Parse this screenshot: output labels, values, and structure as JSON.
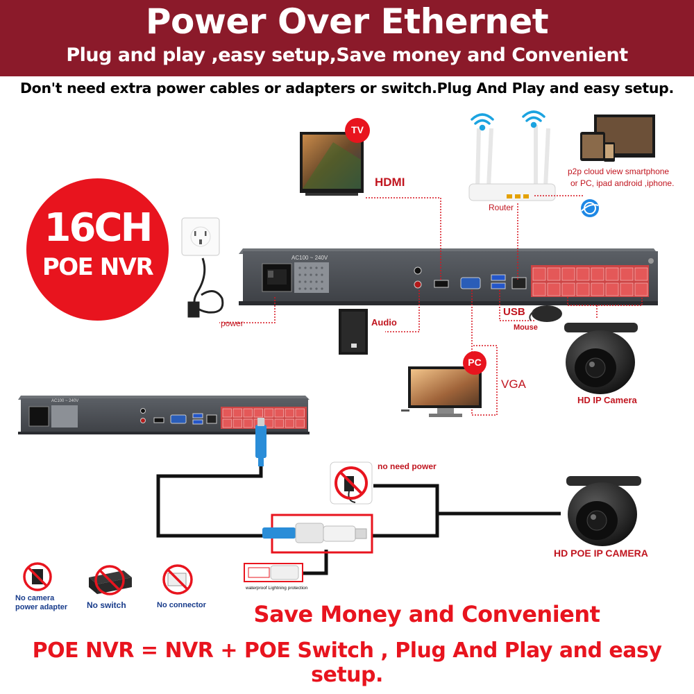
{
  "header": {
    "title": "Power Over Ethernet",
    "subtitle": "Plug and play ,easy setup,Save money and Convenient",
    "tagline": "Don't need extra power cables or adapters or switch.Plug And Play and easy setup."
  },
  "badge": {
    "line1": "16CH",
    "line2": "POE NVR"
  },
  "nvr_top": {
    "power_rating": "AC100 ~ 240V"
  },
  "nvr_bottom": {
    "power_rating": "AC100 ~ 240V"
  },
  "labels": {
    "tv_badge": "TV",
    "hdmi": "HDMI",
    "router": "Router",
    "p2p_line1": "p2p cloud  view smartphone",
    "p2p_line2": "or PC, ipad android ,iphone.",
    "power": "power",
    "audio": "Audio",
    "usb": "USB",
    "mouse": "Mouse",
    "hd_ip_camera": "HD IP Camera",
    "pc_badge": "PC",
    "vga": "VGA",
    "no_need_power": "no need power",
    "hd_poe_ip_camera": "HD POE IP CAMERA",
    "waterproof": "waterproof Lightning protection"
  },
  "notes": [
    {
      "line1": "No camera",
      "line2": "power adapter"
    },
    {
      "line1": "No switch"
    },
    {
      "line1": "No connector"
    }
  ],
  "footer": {
    "save_money": "Save Money and Convenient",
    "formula": "POE NVR = NVR + POE Switch , Plug And Play and easy setup."
  },
  "colors": {
    "banner": "#8b1a2a",
    "accent_red": "#e8141e",
    "label_red": "#d7141e",
    "poe_port": "#e45858",
    "nvr_body": "#4a4d52"
  },
  "icons": [
    "wifi-icon",
    "globe-icon",
    "power-plug-icon",
    "mouse-icon",
    "speaker-icon",
    "camera-icon",
    "no-adapter-icon",
    "no-switch-icon",
    "no-connector-icon"
  ]
}
